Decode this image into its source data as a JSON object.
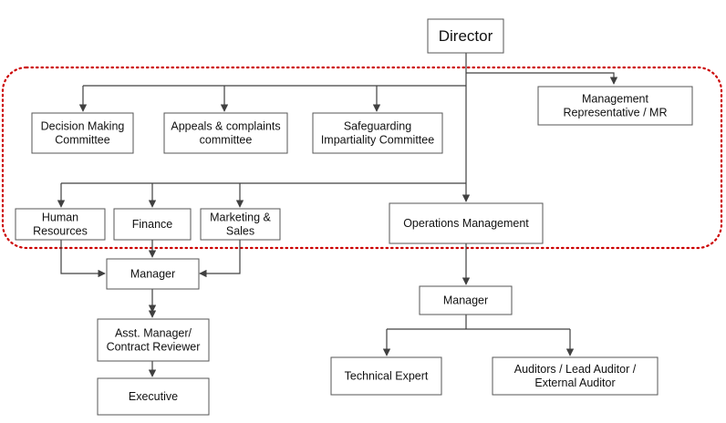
{
  "org_chart": {
    "nodes": {
      "director": [
        "Director"
      ],
      "decision_making_committee": [
        "Decision Making",
        "Committee"
      ],
      "appeals_complaints_committee": [
        "Appeals & complaints",
        "committee"
      ],
      "safeguarding_impartiality_committee": [
        "Safeguarding",
        "Impartiality Committee"
      ],
      "management_representative": [
        "Management",
        "Representative / MR"
      ],
      "human_resources": [
        "Human",
        "Resources"
      ],
      "finance": [
        "Finance"
      ],
      "marketing_sales": [
        "Marketing &",
        "Sales"
      ],
      "operations_management": [
        "Operations Management"
      ],
      "manager_left": [
        "Manager"
      ],
      "asst_manager_contract_reviewer": [
        "Asst. Manager/",
        "Contract Reviewer"
      ],
      "executive": [
        "Executive"
      ],
      "manager_right": [
        "Manager"
      ],
      "technical_expert": [
        "Technical Expert"
      ],
      "auditors": [
        "Auditors / Lead Auditor /",
        "External Auditor"
      ]
    },
    "colors": {
      "box_border": "#555555",
      "connector": "#404040",
      "dotted_boundary": "#cc0000"
    }
  }
}
